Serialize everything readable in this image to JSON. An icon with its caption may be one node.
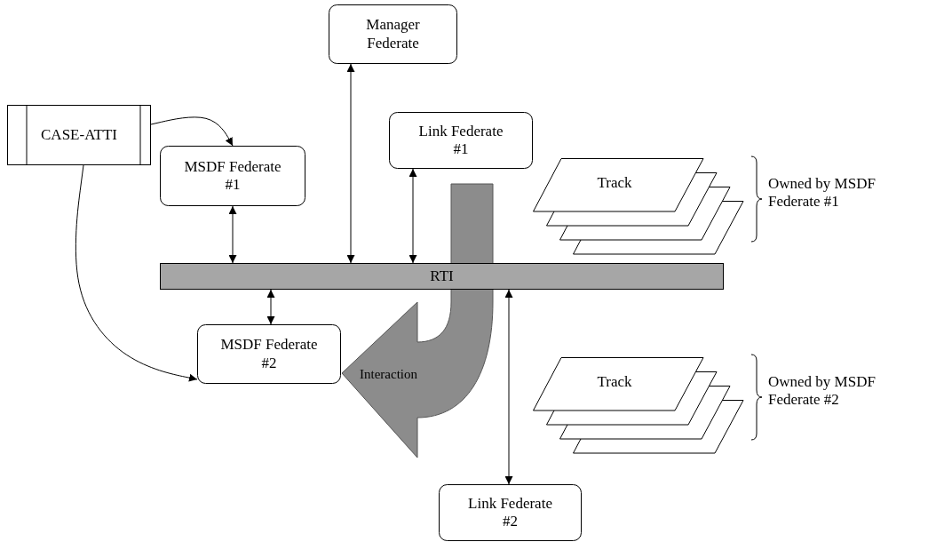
{
  "diagram": {
    "nodes": [
      {
        "text": [
          "CASE-ATTI"
        ]
      },
      {
        "text": [
          "Manager Federate"
        ]
      },
      {
        "text": [
          "MSDF Federate #1"
        ]
      },
      {
        "text": [
          "Link Federate #1"
        ]
      },
      {
        "text": [
          "RTI"
        ]
      },
      {
        "text": [
          "Interaction"
        ]
      },
      {
        "text": [
          "MSDF Federate #2"
        ]
      },
      {
        "text": [
          "Link Federate #2"
        ]
      },
      {
        "text": [
          "Track"
        ],
        "beside": [
          "Owned by MSDF Federate #1"
        ]
      },
      {
        "text": [
          "Track"
        ],
        "beside": [
          "Owned by MSDF Federate #2"
        ]
      }
    ],
    "edges": [
      {
        "from": 0,
        "to": 2,
        "arrow": "to"
      },
      {
        "from": 0,
        "to": 6,
        "arrow": "to"
      },
      {
        "from": 1,
        "to": 4,
        "arrow": "both"
      },
      {
        "from": 2,
        "to": 4,
        "arrow": "both"
      },
      {
        "from": 3,
        "to": 4,
        "arrow": "both"
      },
      {
        "from": 6,
        "to": 4,
        "arrow": "both"
      },
      {
        "from": 7,
        "to": 4,
        "arrow": "both"
      }
    ]
  }
}
